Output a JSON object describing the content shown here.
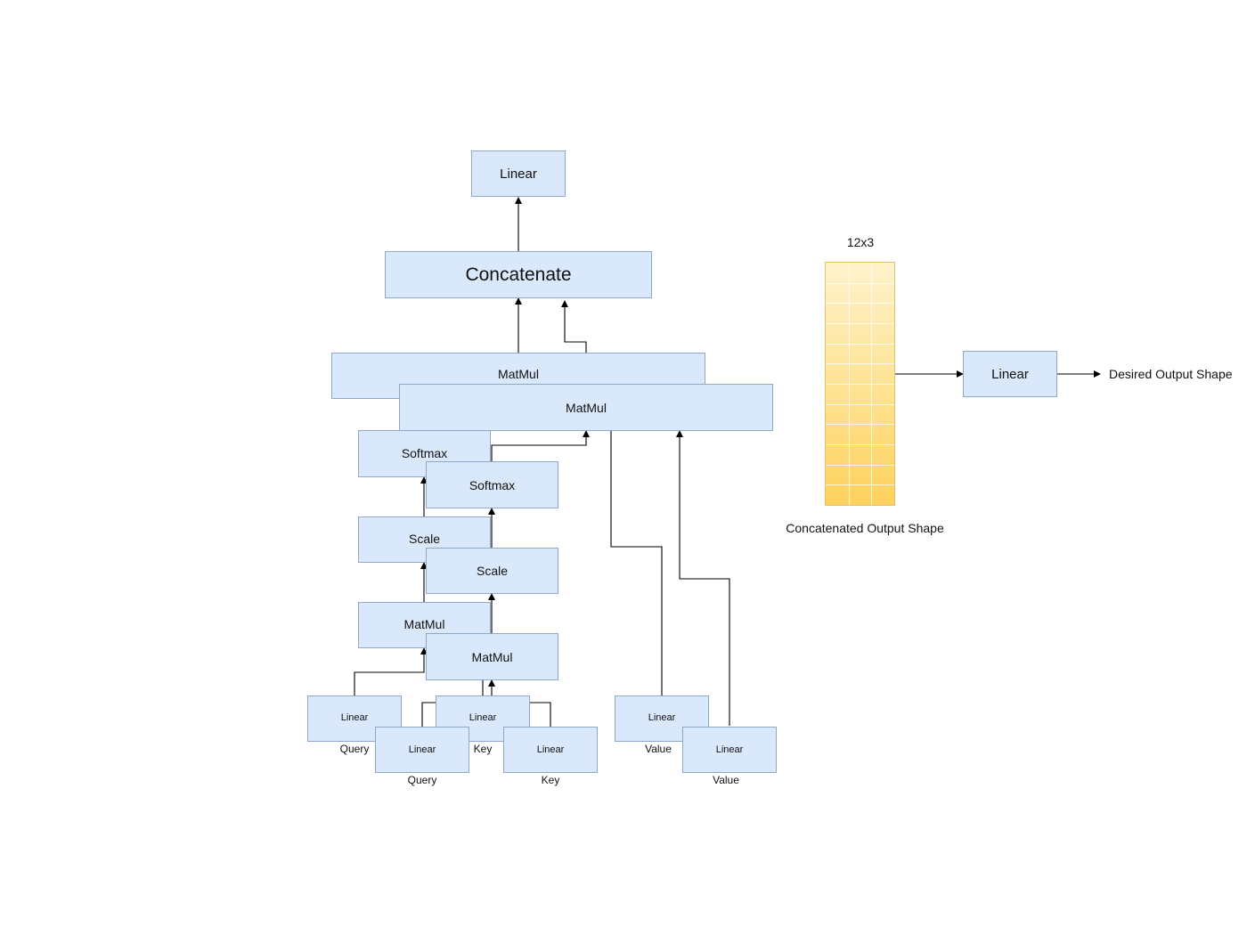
{
  "diagram": {
    "top_linear": "Linear",
    "concatenate": "Concatenate",
    "matmul_back": "MatMul",
    "matmul_front": "MatMul",
    "softmax_back": "Softmax",
    "softmax_front": "Softmax",
    "scale_back": "Scale",
    "scale_front": "Scale",
    "qk_matmul_back": "MatMul",
    "qk_matmul_front": "MatMul",
    "linear_query_back": "Linear",
    "linear_key_back": "Linear",
    "linear_query_front": "Linear",
    "linear_key_front": "Linear",
    "linear_value_back": "Linear",
    "linear_value_front": "Linear",
    "label_query_back": "Query",
    "label_key_back": "Key",
    "label_value_back": "Value",
    "label_query_front": "Query",
    "label_key_front": "Key",
    "label_value_front": "Value"
  },
  "output": {
    "shape_title": "12x3",
    "grid_rows": 12,
    "grid_cols": 3,
    "shape_caption": "Concatenated Output Shape",
    "linear": "Linear",
    "desired": "Desired Output Shape"
  },
  "colors": {
    "box_fill": "#dae8fc",
    "box_border": "#8ea9c8",
    "grid_top": "#fff2cc",
    "grid_bottom": "#fdd15c",
    "line": "#000000"
  }
}
